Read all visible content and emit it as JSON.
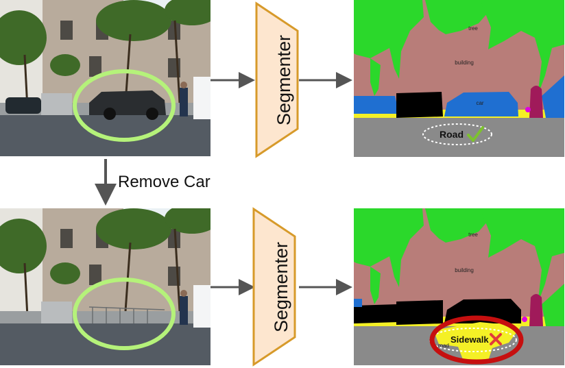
{
  "step_label": "Remove Car",
  "segmenter_label": "Segmenter",
  "top_row": {
    "result_label": "Road",
    "result_mark": "check-icon",
    "seg_labels": {
      "tree": "tree",
      "building": "building",
      "car": "car"
    }
  },
  "bottom_row": {
    "result_label": "Sidewalk",
    "result_mark": "cross-icon",
    "seg_labels": {
      "tree": "tree",
      "building": "building",
      "road": "road"
    }
  },
  "colors": {
    "highlight_ellipse": "#b5f27a",
    "segmenter_fill": "#fde6cf",
    "segmenter_stroke": "#d79a2a",
    "arrow": "#555555",
    "seg_tree": "#2bd82b",
    "seg_building": "#b87d79",
    "seg_road": "#8a8a8a",
    "seg_car_blue": "#1f6fd1",
    "seg_black": "#000000",
    "seg_sidewalk": "#f4f026",
    "seg_person": "#a01a5a",
    "wrong_ring": "#c60f0f",
    "check": "#7cc22d",
    "cross": "#e23b3b"
  }
}
